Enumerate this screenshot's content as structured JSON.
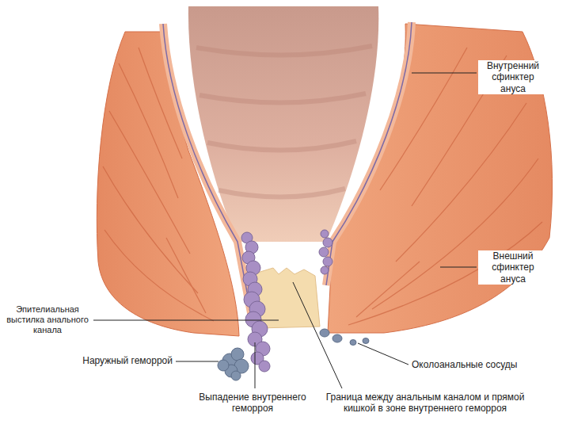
{
  "diagram": {
    "labels": [
      "Внутренний сфинктер ануса",
      "Внешний сфинктер ануса",
      "Эпителиальная выстилка анального канала",
      "Наружный геморрой",
      "Выпадение внутреннего геморроя",
      "Граница между анальным каналом и прямой кишкой в зоне внутреннего геморроя",
      "Околоанальные сосуды"
    ]
  }
}
